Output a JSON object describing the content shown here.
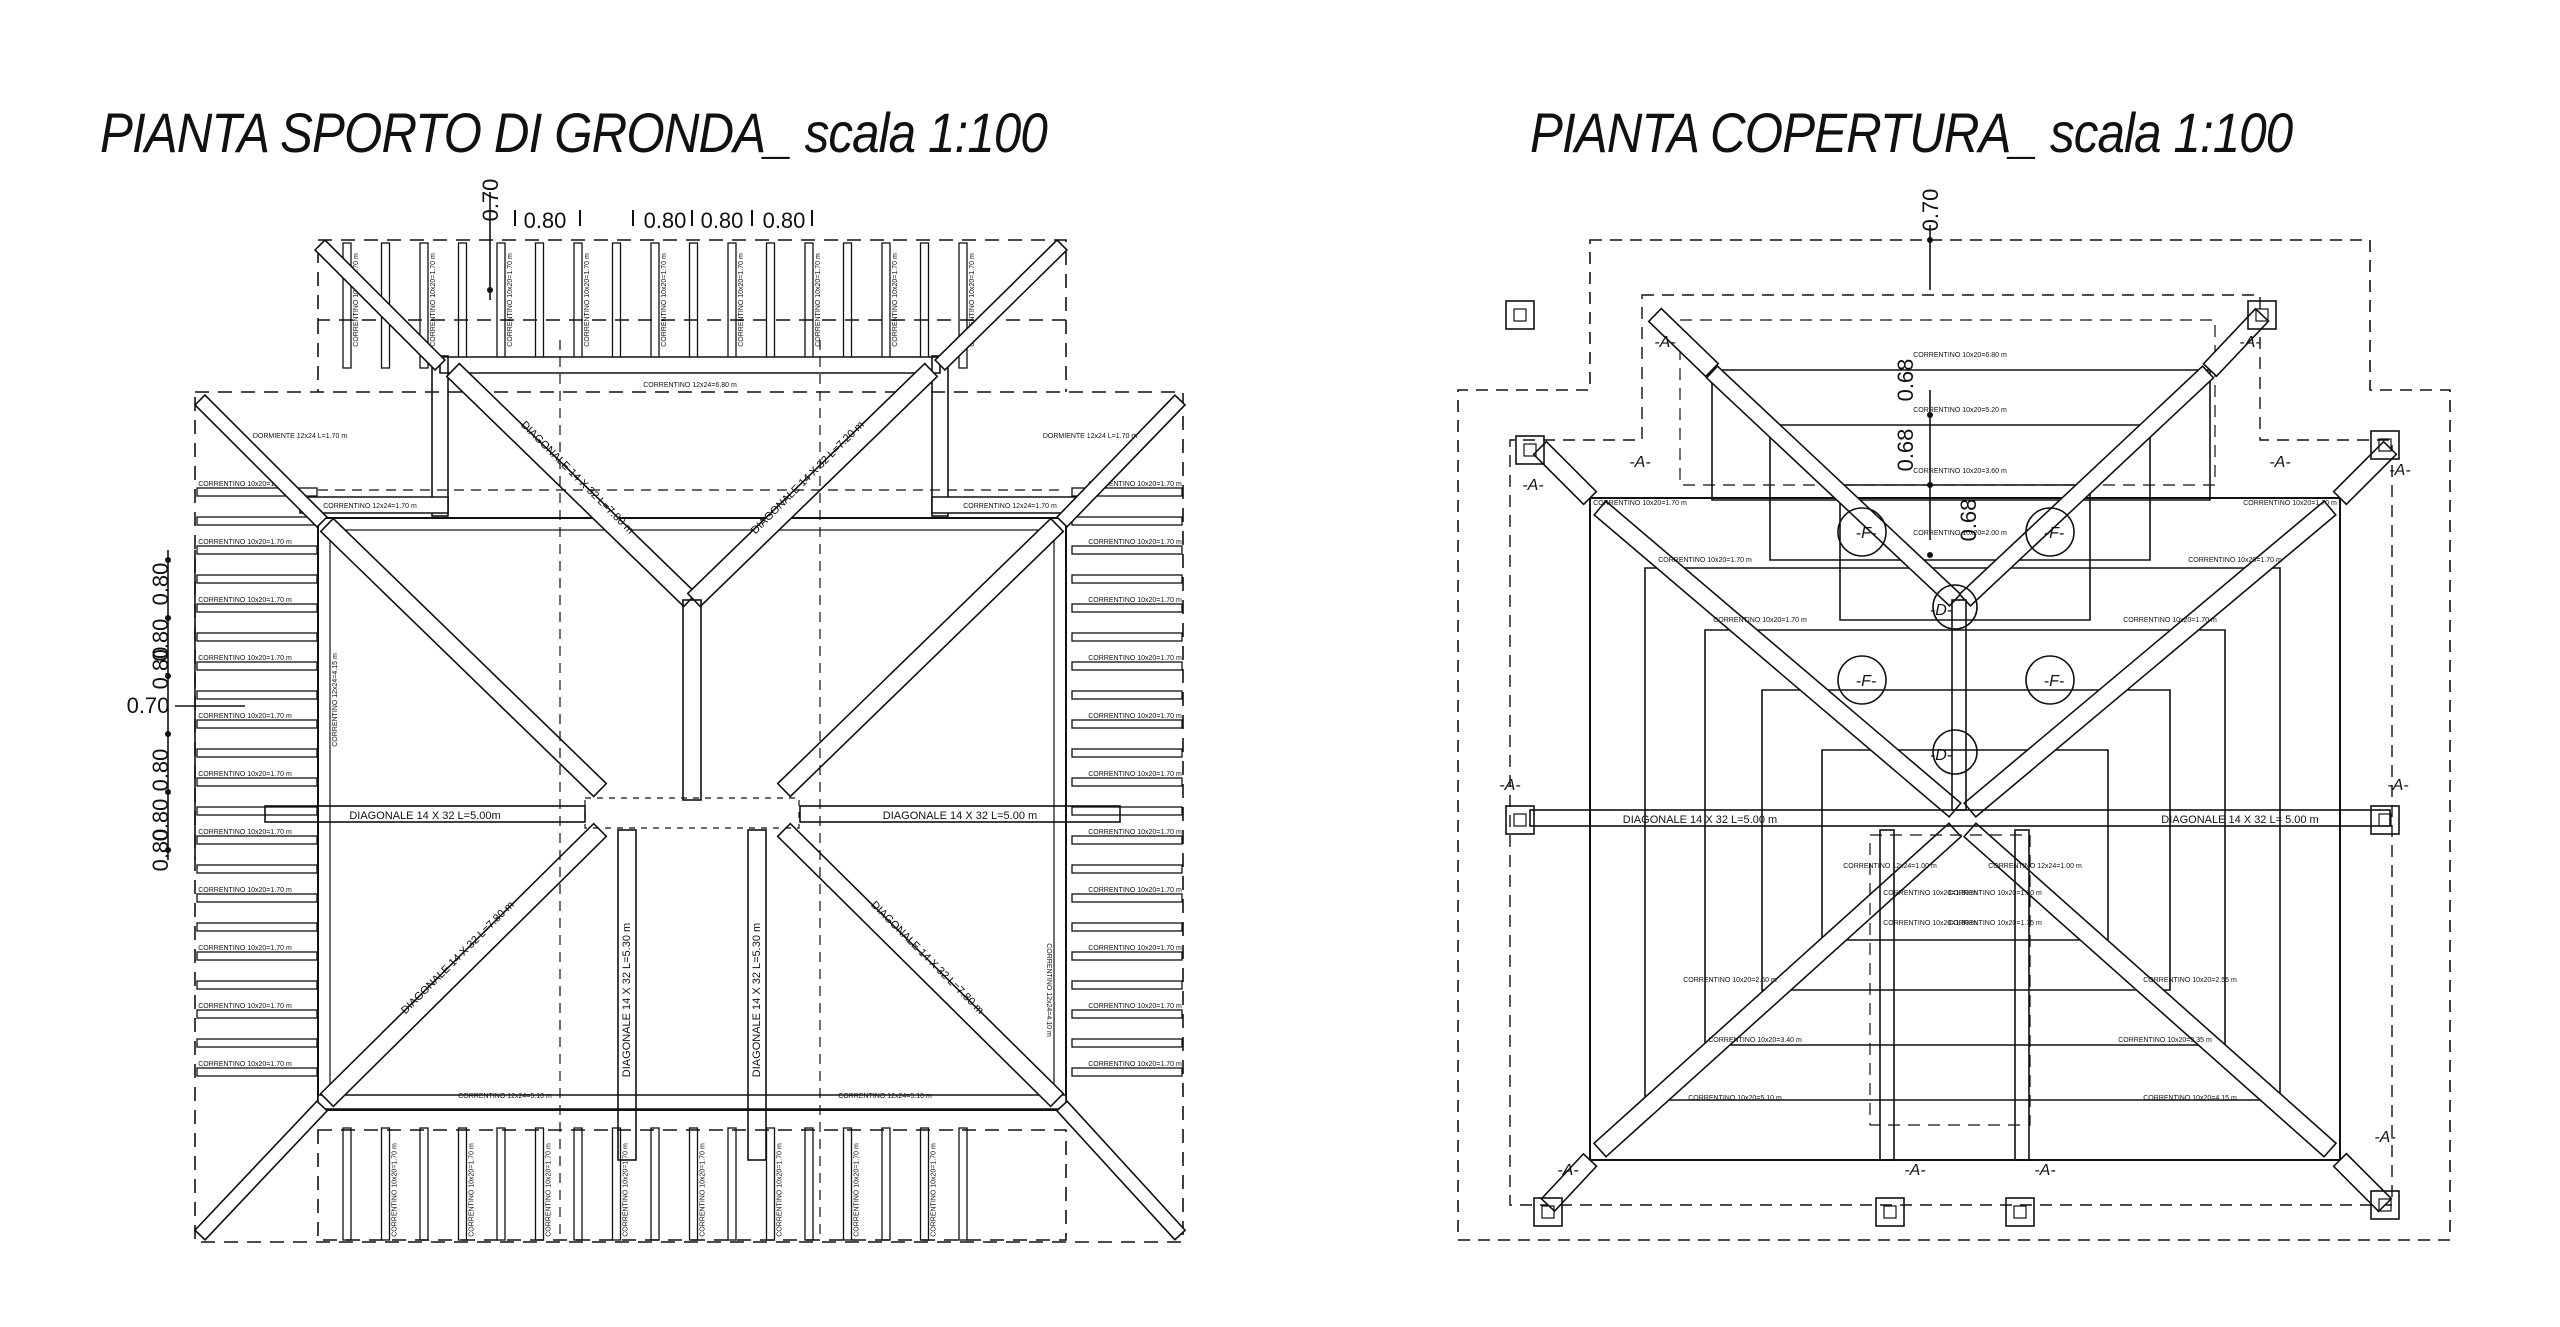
{
  "titles": {
    "left": "PIANTA SPORTO DI GRONDA_ scala 1:100",
    "right": "PIANTA COPERTURA_ scala 1:100"
  },
  "left_plan": {
    "dim_top": [
      "0.70",
      "0.80",
      "0.80",
      "0.80",
      "0.80"
    ],
    "dim_left": [
      "0.80",
      "0.80",
      "0.80",
      "0.70",
      "0.80",
      "0.80",
      "0.80"
    ],
    "diagonal_labels": [
      "DIAGONALE 14 X 32 L=5.00m",
      "DIAGONALE 14 X 32 L=5.00 m",
      "DIAGONALE 14 X 32 L=5.30 m",
      "DIAGONALE 14 X 32 L=5.30 m",
      "DIAGONALE 14 X 32 L=7.80 m",
      "DIAGONALE 14 X 32 L=7.80 m",
      "DIAGONALE 14 X 32 L=7.80 m",
      "DIAGONALE 14 X 32 L=7.20 m"
    ],
    "beam_labels": [
      "CORRENTINO 12x24=6.80 m",
      "CORRENTINO 12x24=1.70 m",
      "CORRENTINO 12x24=1.70 m",
      "CORRENTINO 12x24=5.10 m",
      "CORRENTINO 12x24=5.10 m",
      "CORRENTINO 12x24=4.15 m",
      "CORRENTINO 12x24=4.10 m",
      "DORMIENTE 12x24 L=1.70 m",
      "DORMIENTE 12x24 L=1.70 m"
    ],
    "rafter_label": "CORRENTINO 10x20=1.70 m"
  },
  "right_plan": {
    "dim_top": [
      "0.70"
    ],
    "dim_vertical": [
      "0.68",
      "0.68",
      "0.68"
    ],
    "diagonal_labels": [
      "DIAGONALE 14 X 32 L=5.00 m",
      "DIAGONALE 14 X 32 L= 5.00 m"
    ],
    "beam_labels": [
      "CORRENTINO 10x20=6.80 m",
      "CORRENTINO 10x20=5.20 m",
      "CORRENTINO 10x20=3.60 m",
      "CORRENTINO 10x20=2.00 m",
      "CORRENTINO 10x20=1.70 m",
      "CORRENTINO 10x20=1.70 m",
      "CORRENTINO 10x20=1.70 m",
      "CORRENTINO 10x20=1.70 m",
      "CORRENTINO 10x20=1.70 m",
      "CORRENTINO 10x20=1.70 m",
      "CORRENTINO 10x20=1.80 m",
      "CORRENTINO 10x20=1.80 m",
      "CORRENTINO 10x20=1.80 m",
      "CORRENTINO 10x20=1.75 m",
      "CORRENTINO 10x20=2.60 m",
      "CORRENTINO 10x20=2.55 m",
      "CORRENTINO 10x20=3.40 m",
      "CORRENTINO 10x20=3.35 m",
      "CORRENTINO 10x20=5.10 m",
      "CORRENTINO 10x20=4.15 m",
      "CORRENTINO 12x24=1.00 m",
      "CORRENTINO 12x24=1.00 m"
    ],
    "section_tags": [
      "-A-",
      "-D-",
      "-F-"
    ]
  }
}
